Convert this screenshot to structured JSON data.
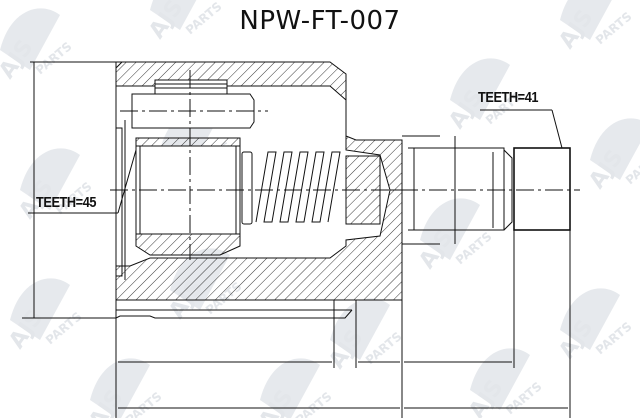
{
  "title": "NPW-FT-007",
  "labels": {
    "teeth_left": "TEETH=45",
    "teeth_right": "TEETH=41"
  },
  "watermark": {
    "text": "AJS PARTS",
    "color": "#dfe3e8"
  },
  "colors": {
    "line": "#111111",
    "background": "#ffffff"
  }
}
